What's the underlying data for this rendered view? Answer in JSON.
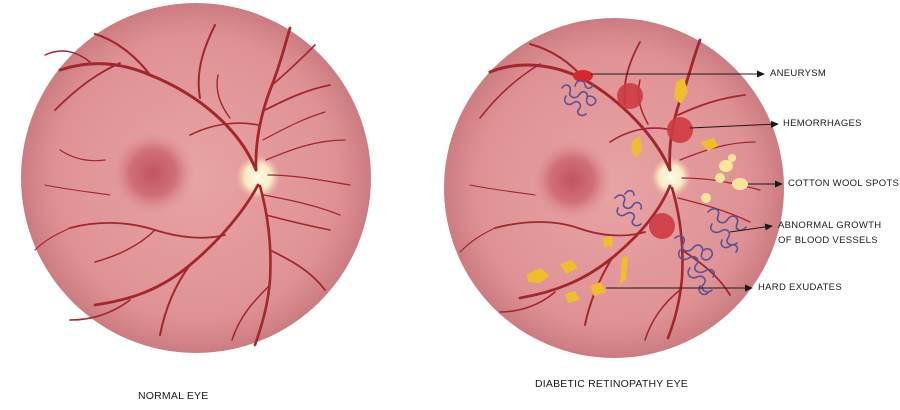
{
  "captions": {
    "normal": "NORMAL EYE",
    "diabetic": "DIABETIC RETINOPATHY  EYE"
  },
  "callouts": {
    "aneurysm": "ANEURYSM",
    "hemorrhages": "HEMORRHAGES",
    "cotton_wool": "COTTON WOOL SPOTS",
    "abnormal_line1": "ABNORMAL GROWTH",
    "abnormal_line2": "OF BLOOD VESSELS",
    "hard_exudates": "HARD  EXUDATES"
  },
  "colors": {
    "retina": "#e19497",
    "retina_edge": "#c8777b",
    "vessel": "#a3262c",
    "macula": "#c9606a",
    "optic_disc": "#fbf0cf",
    "hemorrhage": "#cf3a42",
    "aneurysm": "#d8262d",
    "cotton_wool": "#f7e69a",
    "exudate": "#efbd2d",
    "neovascular": "#5b5196"
  }
}
